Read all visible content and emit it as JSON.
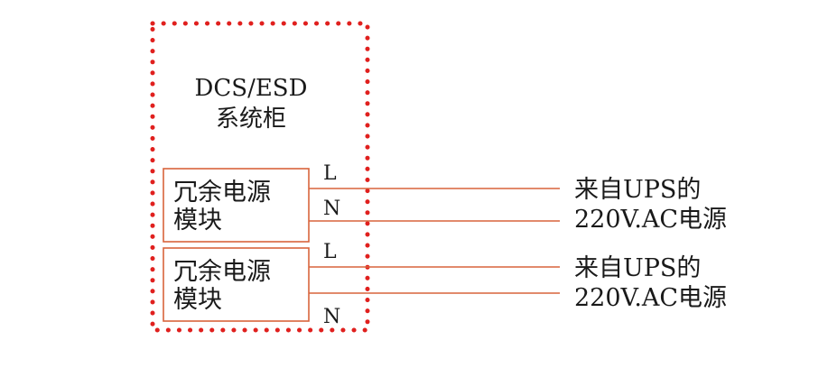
{
  "cabinet": {
    "title_line1": "DCS/ESD",
    "title_line2": "系统柜",
    "border_color": "#e0201e"
  },
  "modules": [
    {
      "line1": "冗余电源",
      "line2": "模块",
      "terminal_l": "L",
      "terminal_n": "N"
    },
    {
      "line1": "冗余电源",
      "line2": "模块",
      "terminal_l": "L",
      "terminal_n": "N"
    }
  ],
  "sources": [
    {
      "line1": "来自UPS的",
      "line2": "220V.AC电源"
    },
    {
      "line1": "来自UPS的",
      "line2": "220V.AC电源"
    }
  ],
  "colors": {
    "box_stroke": "#d9643c",
    "wire": "#d9643c",
    "text": "#1a1a1a"
  }
}
